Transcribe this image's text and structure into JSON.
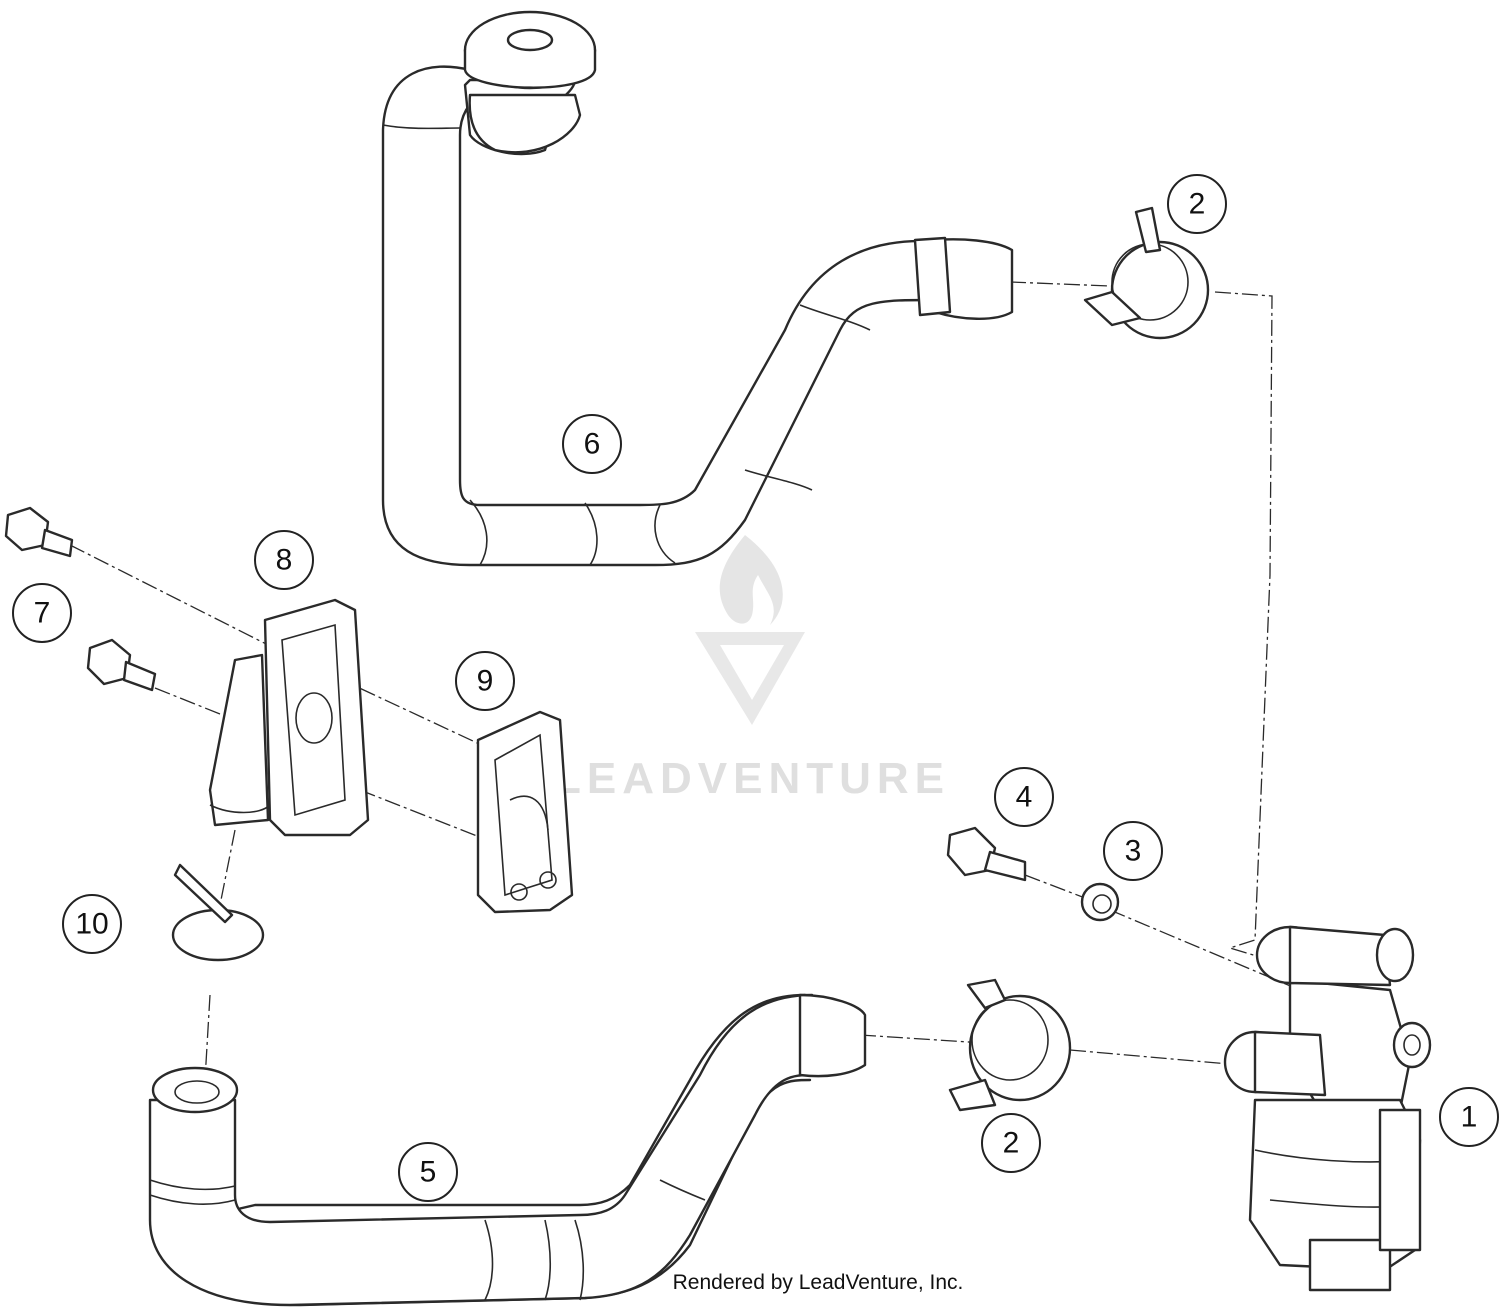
{
  "callouts": [
    {
      "id": "1",
      "label": "1"
    },
    {
      "id": "2a",
      "label": "2"
    },
    {
      "id": "2b",
      "label": "2"
    },
    {
      "id": "3",
      "label": "3"
    },
    {
      "id": "4",
      "label": "4"
    },
    {
      "id": "5",
      "label": "5"
    },
    {
      "id": "6",
      "label": "6"
    },
    {
      "id": "7",
      "label": "7"
    },
    {
      "id": "8",
      "label": "8"
    },
    {
      "id": "9",
      "label": "9"
    },
    {
      "id": "10",
      "label": "10"
    }
  ],
  "watermark": {
    "text": "LEADVENTURE",
    "color": "#d9d9d9"
  },
  "footer": {
    "credit": "Rendered by LeadVenture, Inc."
  },
  "colors": {
    "line": "#2a2a2a",
    "background": "#ffffff"
  }
}
